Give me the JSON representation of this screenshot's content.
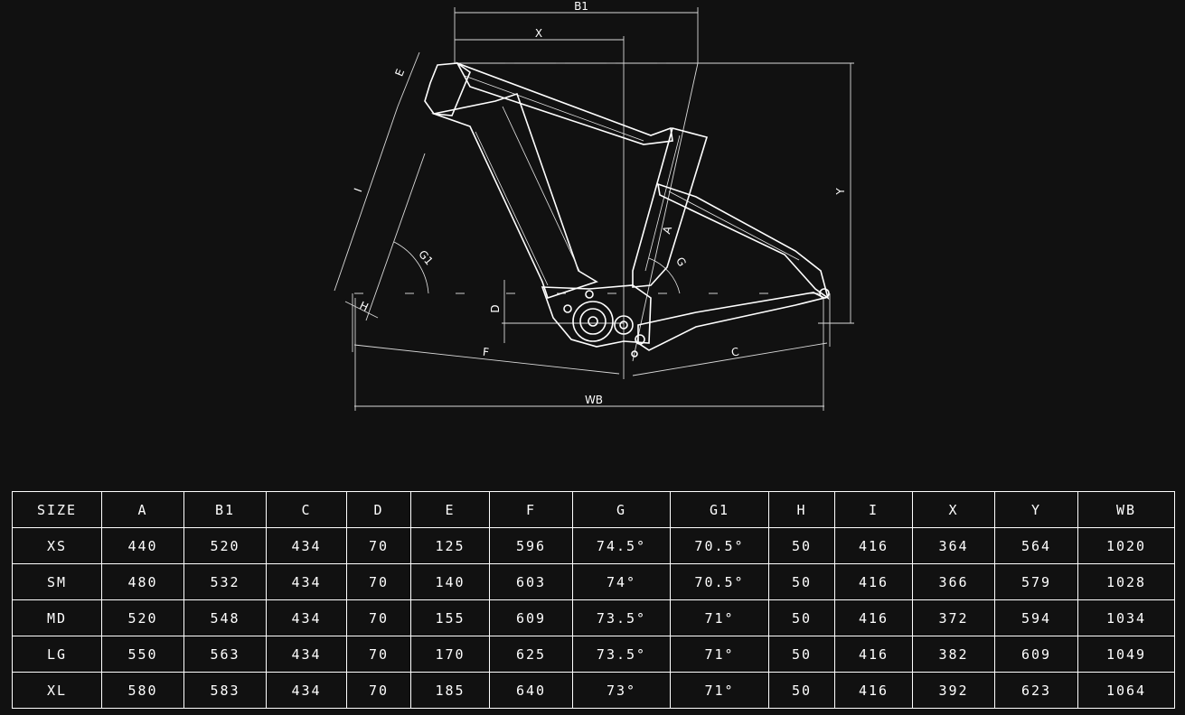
{
  "diagram": {
    "labels": {
      "B1": "B1",
      "X": "X",
      "E": "E",
      "I": "I",
      "G1": "G1",
      "H": "H",
      "D": "D",
      "F": "F",
      "A": "A",
      "G": "G",
      "C": "C",
      "Y": "Y",
      "WB": "WB"
    }
  },
  "geometry_table": {
    "headers": [
      "SIZE",
      "A",
      "B1",
      "C",
      "D",
      "E",
      "F",
      "G",
      "G1",
      "H",
      "I",
      "X",
      "Y",
      "WB"
    ],
    "rows": [
      [
        "XS",
        "440",
        "520",
        "434",
        "70",
        "125",
        "596",
        "74.5°",
        "70.5°",
        "50",
        "416",
        "364",
        "564",
        "1020"
      ],
      [
        "SM",
        "480",
        "532",
        "434",
        "70",
        "140",
        "603",
        "74°",
        "70.5°",
        "50",
        "416",
        "366",
        "579",
        "1028"
      ],
      [
        "MD",
        "520",
        "548",
        "434",
        "70",
        "155",
        "609",
        "73.5°",
        "71°",
        "50",
        "416",
        "372",
        "594",
        "1034"
      ],
      [
        "LG",
        "550",
        "563",
        "434",
        "70",
        "170",
        "625",
        "73.5°",
        "71°",
        "50",
        "416",
        "382",
        "609",
        "1049"
      ],
      [
        "XL",
        "580",
        "583",
        "434",
        "70",
        "185",
        "640",
        "73°",
        "71°",
        "50",
        "416",
        "392",
        "623",
        "1064"
      ]
    ]
  }
}
